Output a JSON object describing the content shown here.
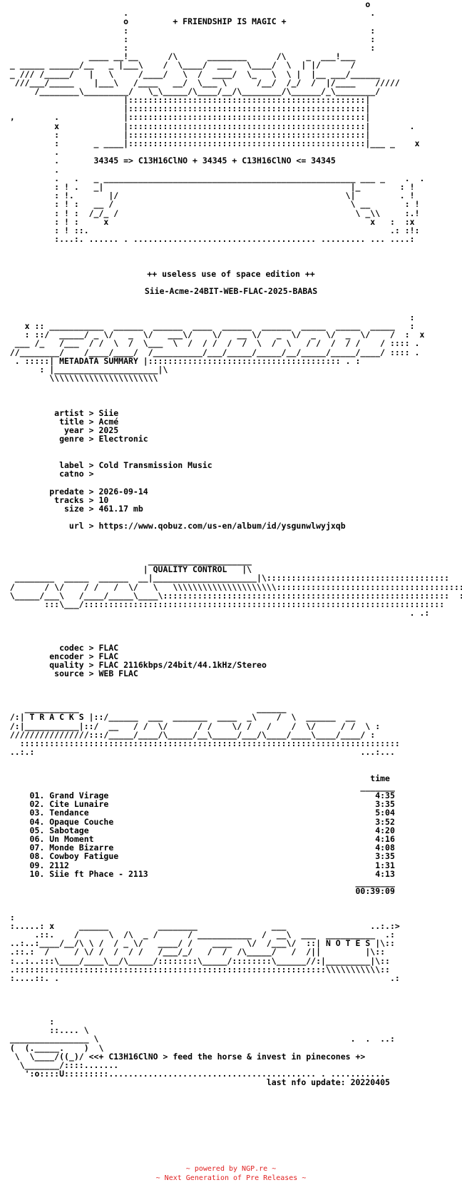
{
  "header": {
    "title": "+ FRIENDSHIP IS MAGIC +",
    "formula": "34345 => C13H16ClNO + 34345 + C13H16ClNO <= 34345",
    "edition": "++ useless use of space edition ++",
    "release": "Siie-Acme-24BIT-WEB-FLAC-2025-BABAS"
  },
  "metadata": {
    "section": "METADATA SUMMARY",
    "artist": "Siie",
    "title": "Acmé",
    "year": "2025",
    "genre": "Electronic",
    "label": "Cold Transmission Music",
    "catno": "",
    "predate": "2026-09-14",
    "tracks": "10",
    "size": "461.17 mb",
    "url": "https://www.qobuz.com/us-en/album/id/ysgunwlwyjxqb"
  },
  "quality": {
    "section": "QUALITY CONTROL",
    "codec": "FLAC",
    "encoder": "FLAC",
    "quality": "FLAC 2116kbps/24bit/44.1kHz/Stereo",
    "source": "WEB FLAC"
  },
  "tracklist": {
    "section": "T R A C K S",
    "time_header": "time",
    "items": [
      {
        "num": "01.",
        "name": "Grand Virage",
        "time": "4:35"
      },
      {
        "num": "02.",
        "name": "Cite Lunaire",
        "time": "3:35"
      },
      {
        "num": "03.",
        "name": "Tendance",
        "time": "5:04"
      },
      {
        "num": "04.",
        "name": "Opaque Couche",
        "time": "3:52"
      },
      {
        "num": "05.",
        "name": "Sabotage",
        "time": "4:20"
      },
      {
        "num": "06.",
        "name": "Un Moment",
        "time": "4:16"
      },
      {
        "num": "07.",
        "name": "Monde Bizarre",
        "time": "4:08"
      },
      {
        "num": "08.",
        "name": "Cowboy Fatigue",
        "time": "3:35"
      },
      {
        "num": "09.",
        "name": "2112",
        "time": "1:31"
      },
      {
        "num": "10.",
        "name": "Siie ft Phace - 2113",
        "time": "4:13"
      }
    ],
    "total": "00:39:09"
  },
  "notes": {
    "section": "N O T E S",
    "message": "<<+ C13H16ClNO > feed the horse & invest in pinecones +>",
    "last_update": "last nfo update: 20220405"
  },
  "footer": {
    "line1": "~ powered by NGP.re ~",
    "line2": "~ Next Generation of Pre Releases ~"
  }
}
